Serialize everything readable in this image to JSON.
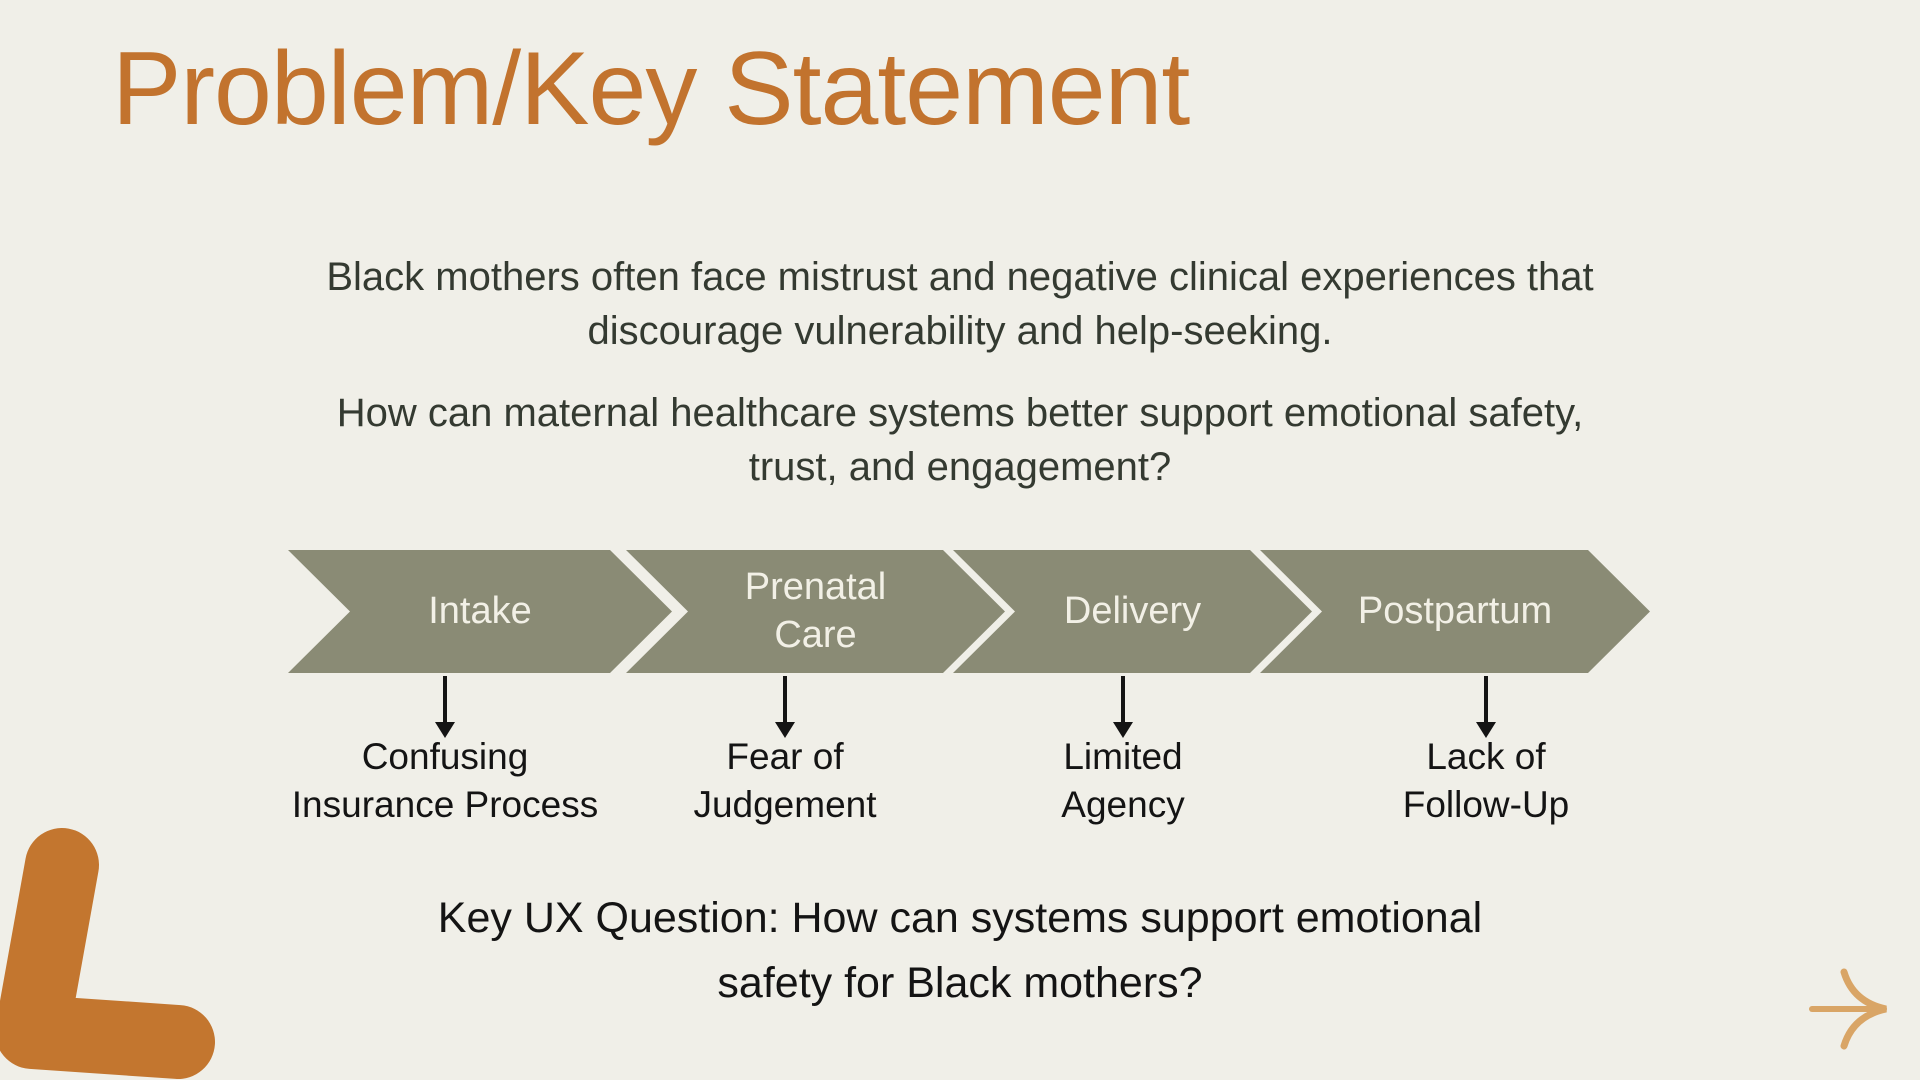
{
  "slide": {
    "title": "Problem/Key Statement",
    "problem_statement": {
      "lines": [
        "Black mothers often face mistrust and negative clinical experiences that",
        "discourage vulnerability and help-seeking."
      ]
    },
    "question": {
      "lines": [
        "How can maternal healthcare systems better support emotional safety,",
        "trust, and engagement?"
      ]
    },
    "key_ux_question": {
      "lines": [
        "Key UX Question: How can systems support emotional",
        "safety for Black mothers?"
      ]
    }
  },
  "flow": {
    "stages": [
      {
        "name": "Intake",
        "issue_lines": [
          "Confusing",
          "Insurance Process"
        ]
      },
      {
        "name": "Prenatal Care",
        "issue_lines": [
          "Fear of",
          "Judgement"
        ]
      },
      {
        "name": "Delivery",
        "issue_lines": [
          "Limited",
          "Agency"
        ]
      },
      {
        "name": "Postpartum",
        "issue_lines": [
          "Lack of",
          "Follow-Up"
        ]
      }
    ]
  },
  "colors": {
    "background": "#F0EFE8",
    "title_orange": "#C2732E",
    "body_text": "#343A31",
    "chevron_fill": "#8A8B75",
    "chevron_text": "#F2F0E6",
    "annotation_text": "#141414",
    "decoration_orange": "#C3762F",
    "next_arrow_tan": "#D9A566"
  }
}
